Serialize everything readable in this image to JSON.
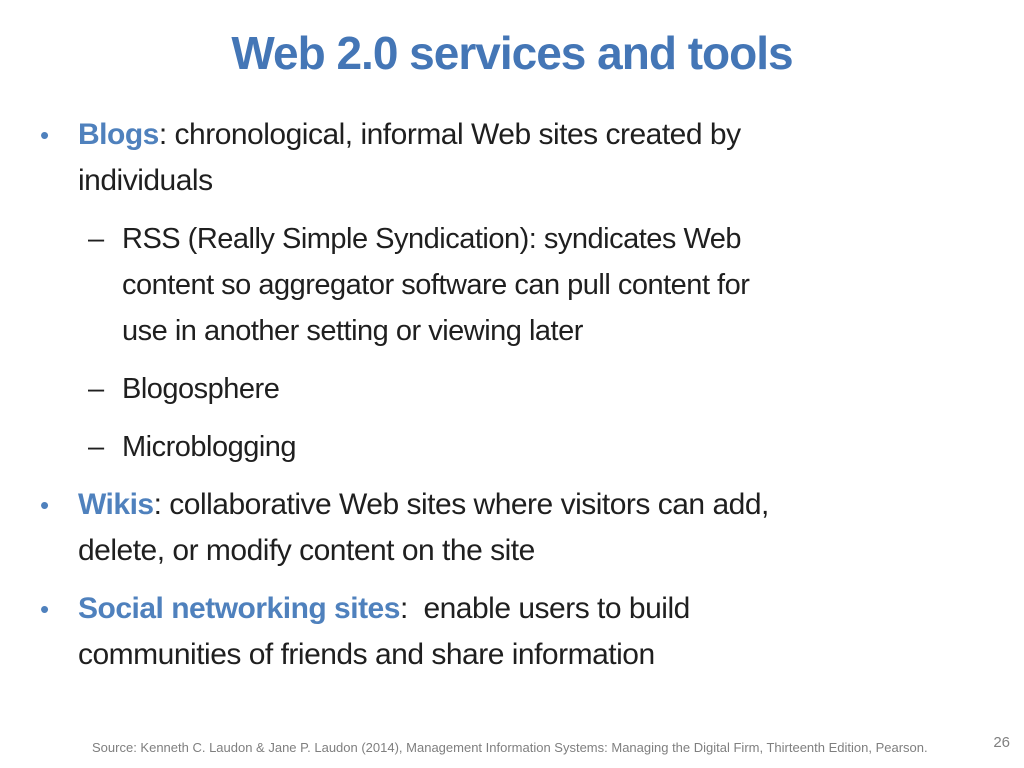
{
  "slide": {
    "title": "Web 2.0 services and tools",
    "page_number": "26",
    "source_note": "Source: Kenneth C. Laudon & Jane P. Laudon (2014), Management Information Systems: Managing the Digital Firm, Thirteenth Edition, Pearson."
  },
  "markers": {
    "level1": "•",
    "level2": "–"
  },
  "bullets": [
    {
      "level": 1,
      "keyword": "Blogs",
      "text": ": chronological, informal Web sites created by\nindividuals"
    },
    {
      "level": 2,
      "keyword": "",
      "text": "RSS (Really Simple Syndication): syndicates Web\ncontent so aggregator software can pull content for\nuse in another setting or viewing later"
    },
    {
      "level": 2,
      "keyword": "",
      "text": "Blogosphere"
    },
    {
      "level": 2,
      "keyword": "",
      "text": "Microblogging"
    },
    {
      "level": 1,
      "keyword": "Wikis",
      "text": ": collaborative Web sites where visitors can add,\ndelete, or modify content on the site"
    },
    {
      "level": 1,
      "keyword": "Social networking sites",
      "text": ":  enable users to build\ncommunities of friends and share information"
    }
  ],
  "colors": {
    "title_blue": "#4476b6",
    "keyword_blue": "#4f81bd",
    "body_text": "#1f1f1f",
    "footer_gray": "#7f7f7f"
  }
}
